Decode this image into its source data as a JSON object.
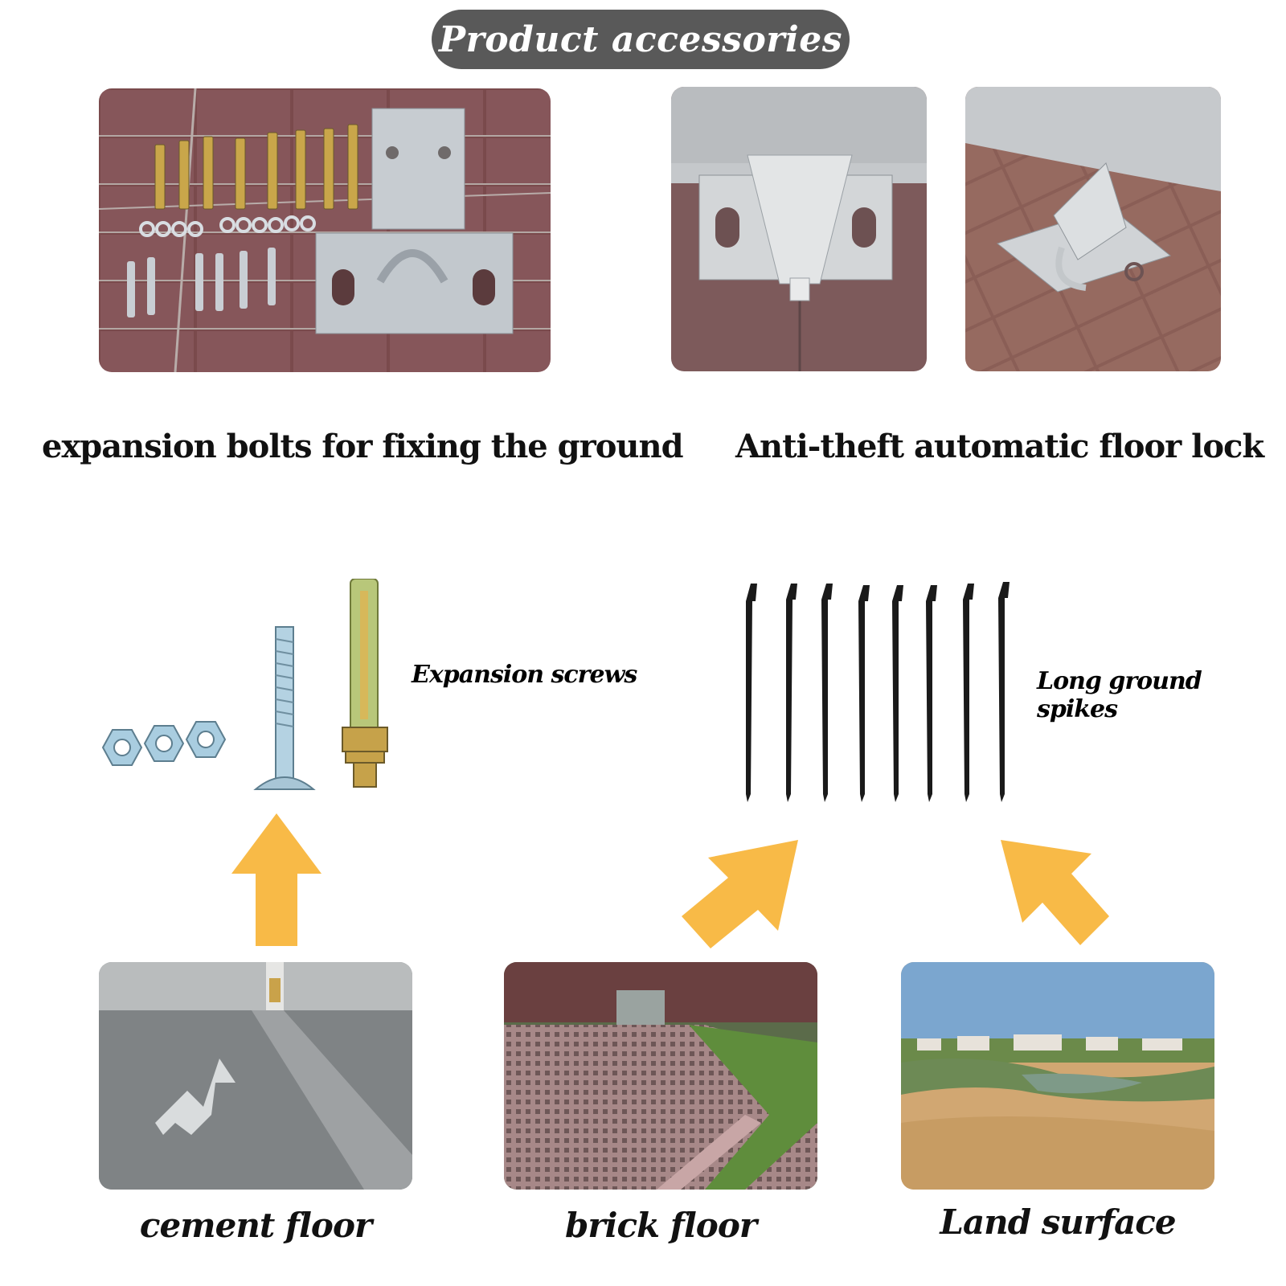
{
  "header": {
    "title": "Product accessories"
  },
  "top_section": {
    "left_caption": "expansion bolts for fixing the ground",
    "right_caption": "Anti-theft automatic floor lock"
  },
  "middle_section": {
    "screws_label": "Expansion screws",
    "spikes_label": "Long ground spikes"
  },
  "bottom_section": {
    "floors": [
      {
        "label": "cement floor"
      },
      {
        "label": "brick floor"
      },
      {
        "label": "Land surface"
      }
    ]
  },
  "colors": {
    "title_pill": "#595959",
    "arrow": "#F8BA47",
    "text": "#111111"
  },
  "icons": {
    "arrows": [
      "arrow-up-icon",
      "arrow-up-right-icon",
      "arrow-up-left-icon"
    ]
  }
}
